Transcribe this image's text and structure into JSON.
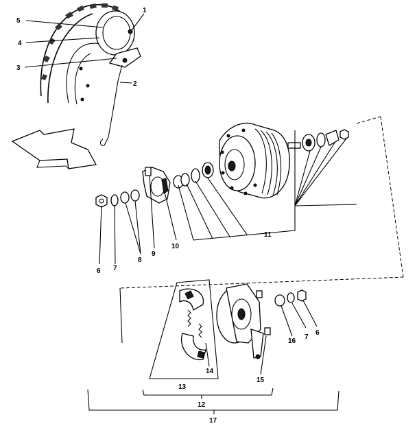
{
  "diagram": {
    "callouts": {
      "c1": "1",
      "c2": "2",
      "c3": "3",
      "c4": "4",
      "c5": "5",
      "c6a": "6",
      "c6b": "6",
      "c7a": "7",
      "c7b": "7",
      "c8": "8",
      "c9": "9",
      "c10": "10",
      "c11": "11",
      "c12": "12",
      "c13": "13",
      "c14": "14",
      "c15": "15",
      "c16": "16",
      "c17": "17"
    }
  }
}
